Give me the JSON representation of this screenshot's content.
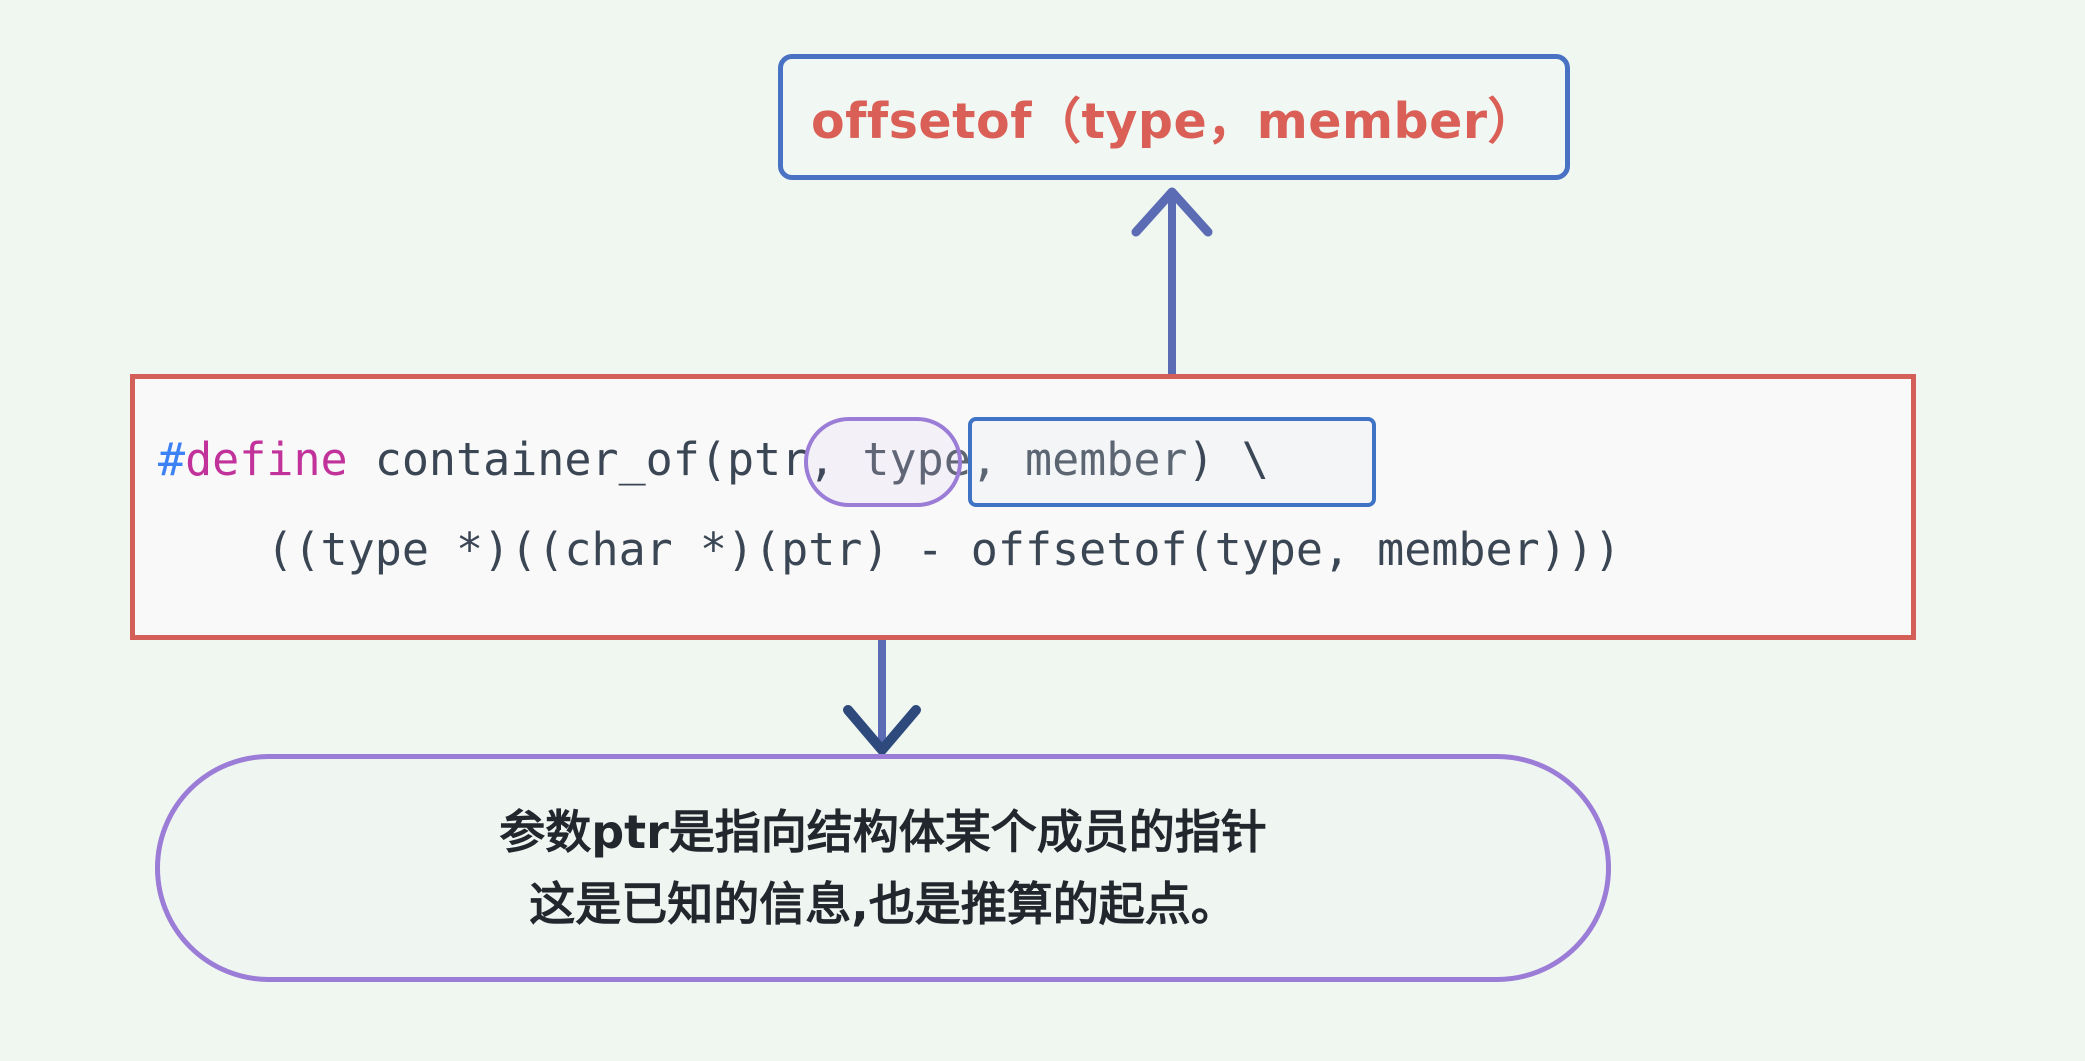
{
  "page": {
    "background_color": "#f0f7f1",
    "title": "container_of macro explanation diagram"
  },
  "top_callout": {
    "text": "offsetof（type，member）",
    "border_color": "#4a72c4",
    "text_color": "#d95f57"
  },
  "code_block": {
    "border_color": "#d35f58",
    "background_color": "#f9f9f9",
    "line1": {
      "hash": "#",
      "define": "define",
      "rest": " container_of(ptr, ",
      "args": "type, member",
      "tail": ") \\"
    },
    "line2": "    ((type *)((char *)(ptr) - offsetof(type, member)))",
    "full_text_line1": "#define container_of(ptr, type, member) \\",
    "full_text_line2": "    ((type *)((char *)(ptr) - offsetof(type, member)))"
  },
  "highlights": {
    "ptr_pill": {
      "label": "(ptr,",
      "color": "#9b7cd6"
    },
    "type_member_box": {
      "label": "type, member",
      "color": "#3f73c6"
    }
  },
  "arrows": {
    "up_arrow": {
      "from": "type, member box",
      "to": "offsetof callout",
      "color": "#5b6cb5"
    },
    "down_arrow": {
      "from": "(ptr, pill",
      "to": "bottom bubble",
      "color": "#5b6cb5"
    }
  },
  "bottom_bubble": {
    "border_color": "#9b7cd6",
    "lines": [
      "参数ptr是指向结构体某个成员的指针",
      "这是已知的信息,也是推算的起点。"
    ]
  }
}
